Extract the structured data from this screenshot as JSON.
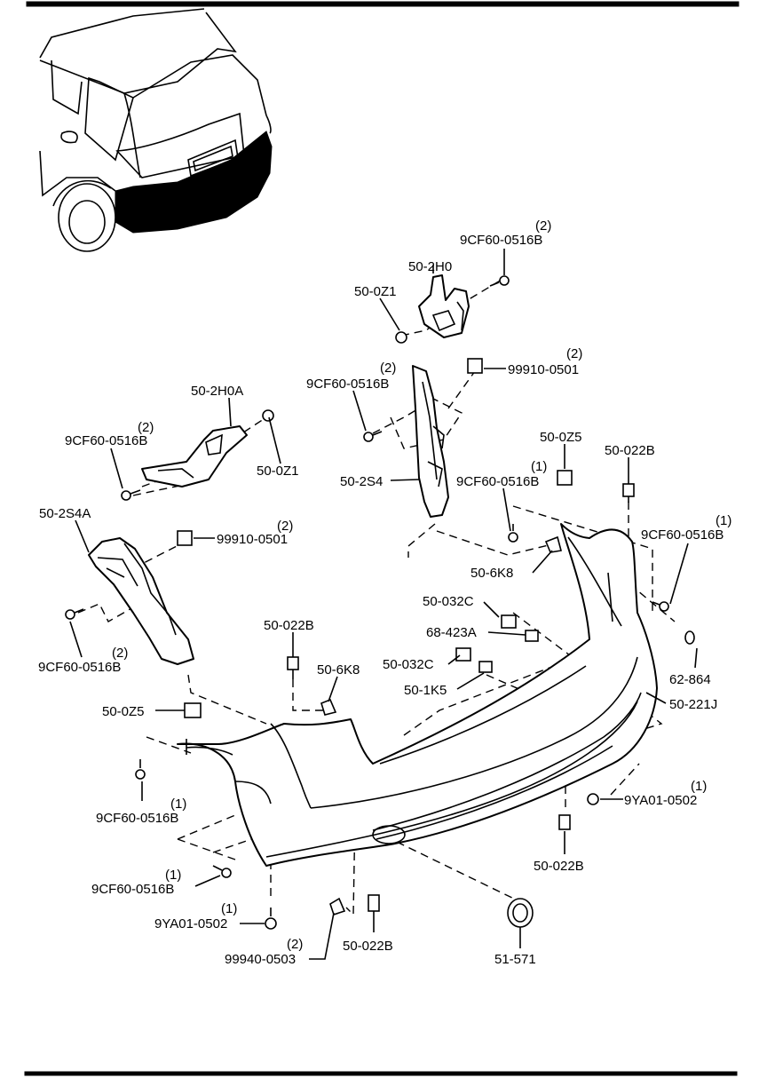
{
  "callouts": [
    {
      "id": "c1",
      "part": "9CF60-0516B",
      "qty": "(2)"
    },
    {
      "id": "c2",
      "part": "50-2H0",
      "qty": ""
    },
    {
      "id": "c3",
      "part": "50-0Z1",
      "qty": ""
    },
    {
      "id": "c4",
      "part": "9CF60-0516B",
      "qty": "(2)"
    },
    {
      "id": "c5",
      "part": "99910-0501",
      "qty": "(2)"
    },
    {
      "id": "c6",
      "part": "50-2H0A",
      "qty": ""
    },
    {
      "id": "c7",
      "part": "9CF60-0516B",
      "qty": "(2)"
    },
    {
      "id": "c8",
      "part": "50-0Z1",
      "qty": ""
    },
    {
      "id": "c9",
      "part": "50-2S4",
      "qty": ""
    },
    {
      "id": "c10",
      "part": "50-0Z5",
      "qty": ""
    },
    {
      "id": "c11",
      "part": "9CF60-0516B",
      "qty": "(1)"
    },
    {
      "id": "c12",
      "part": "50-022B",
      "qty": ""
    },
    {
      "id": "c13",
      "part": "9CF60-0516B",
      "qty": "(1)"
    },
    {
      "id": "c14",
      "part": "50-2S4A",
      "qty": ""
    },
    {
      "id": "c15",
      "part": "99910-0501",
      "qty": "(2)"
    },
    {
      "id": "c16",
      "part": "50-6K8",
      "qty": ""
    },
    {
      "id": "c17",
      "part": "9CF60-0516B",
      "qty": "(2)"
    },
    {
      "id": "c18",
      "part": "50-032C",
      "qty": ""
    },
    {
      "id": "c19",
      "part": "68-423A",
      "qty": ""
    },
    {
      "id": "c20",
      "part": "50-022B",
      "qty": ""
    },
    {
      "id": "c21",
      "part": "50-6K8",
      "qty": ""
    },
    {
      "id": "c22",
      "part": "50-032C",
      "qty": ""
    },
    {
      "id": "c23",
      "part": "62-864",
      "qty": ""
    },
    {
      "id": "c24",
      "part": "50-1K5",
      "qty": ""
    },
    {
      "id": "c25",
      "part": "50-0Z5",
      "qty": ""
    },
    {
      "id": "c26",
      "part": "50-221J",
      "qty": ""
    },
    {
      "id": "c27",
      "part": "9YA01-0502",
      "qty": "(1)"
    },
    {
      "id": "c28",
      "part": "9CF60-0516B",
      "qty": "(1)"
    },
    {
      "id": "c29",
      "part": "50-022B",
      "qty": ""
    },
    {
      "id": "c30",
      "part": "9CF60-0516B",
      "qty": "(1)"
    },
    {
      "id": "c31",
      "part": "9YA01-0502",
      "qty": "(1)"
    },
    {
      "id": "c32",
      "part": "99940-0503",
      "qty": "(2)"
    },
    {
      "id": "c33",
      "part": "50-022B",
      "qty": ""
    },
    {
      "id": "c34",
      "part": "51-571",
      "qty": ""
    }
  ]
}
